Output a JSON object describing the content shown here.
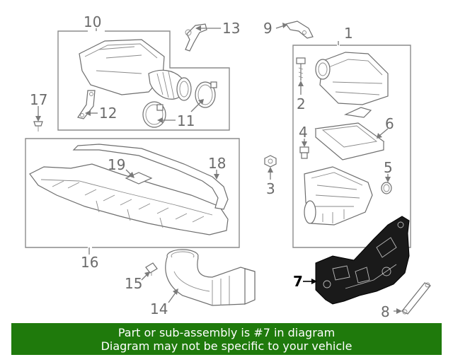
{
  "callouts": {
    "c1": "1",
    "c2": "2",
    "c3": "3",
    "c4": "4",
    "c5": "5",
    "c6": "6",
    "c7": "7",
    "c8": "8",
    "c9": "9",
    "c10": "10",
    "c11": "11",
    "c12": "12",
    "c13": "13",
    "c14": "14",
    "c15": "15",
    "c16": "16",
    "c17": "17",
    "c18": "18",
    "c19": "19"
  },
  "highlighted_part": "7",
  "colors": {
    "banner": "#1f7a0c",
    "highlight": "#1a1a1a",
    "line": "#7a7a7a"
  },
  "banner": {
    "line1": "Part or sub-assembly is #7 in diagram",
    "line2": "Diagram may not be specific to your vehicle"
  }
}
